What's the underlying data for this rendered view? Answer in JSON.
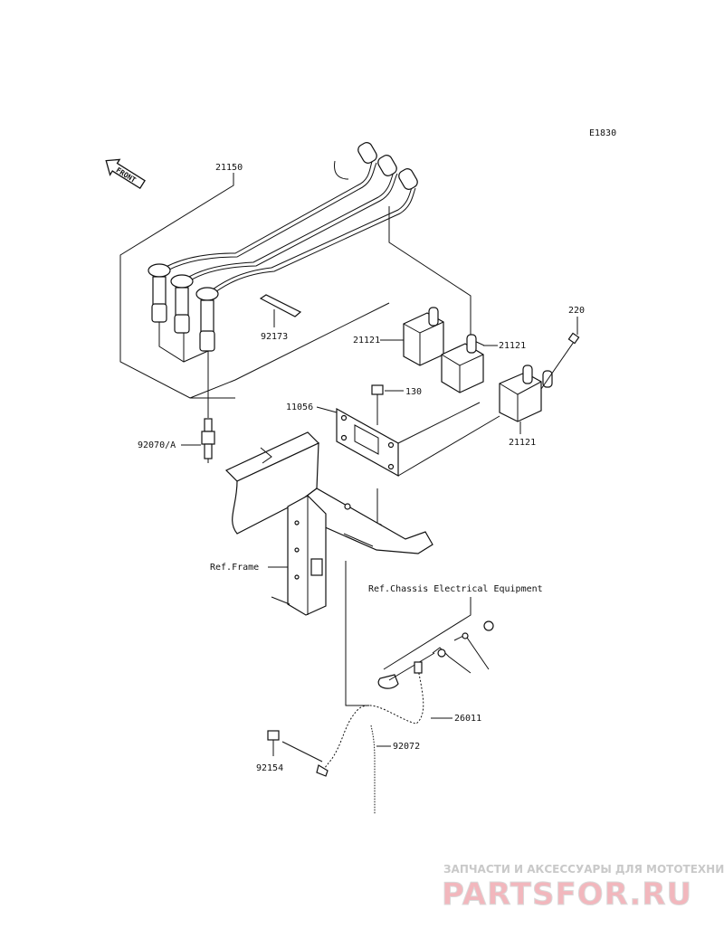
{
  "diagram_code": "E1830",
  "front_label": "FRONT",
  "parts": {
    "p21150": "21150",
    "p92173": "92173",
    "p92070a": "92070/A",
    "p21121_a": "21121",
    "p21121_b": "21121",
    "p21121_c": "21121",
    "p220": "220",
    "p130": "130",
    "p11056": "11056",
    "p26011": "26011",
    "p92072": "92072",
    "p92154": "92154"
  },
  "refs": {
    "frame": "Ref.Frame",
    "chassis": "Ref.Chassis Electrical Equipment"
  },
  "watermark": {
    "line1": "ЗАПЧАСТИ И АКСЕССУАРЫ ДЛЯ МОТОТЕХНИКИ",
    "line2": "PARTSFOR.RU"
  }
}
